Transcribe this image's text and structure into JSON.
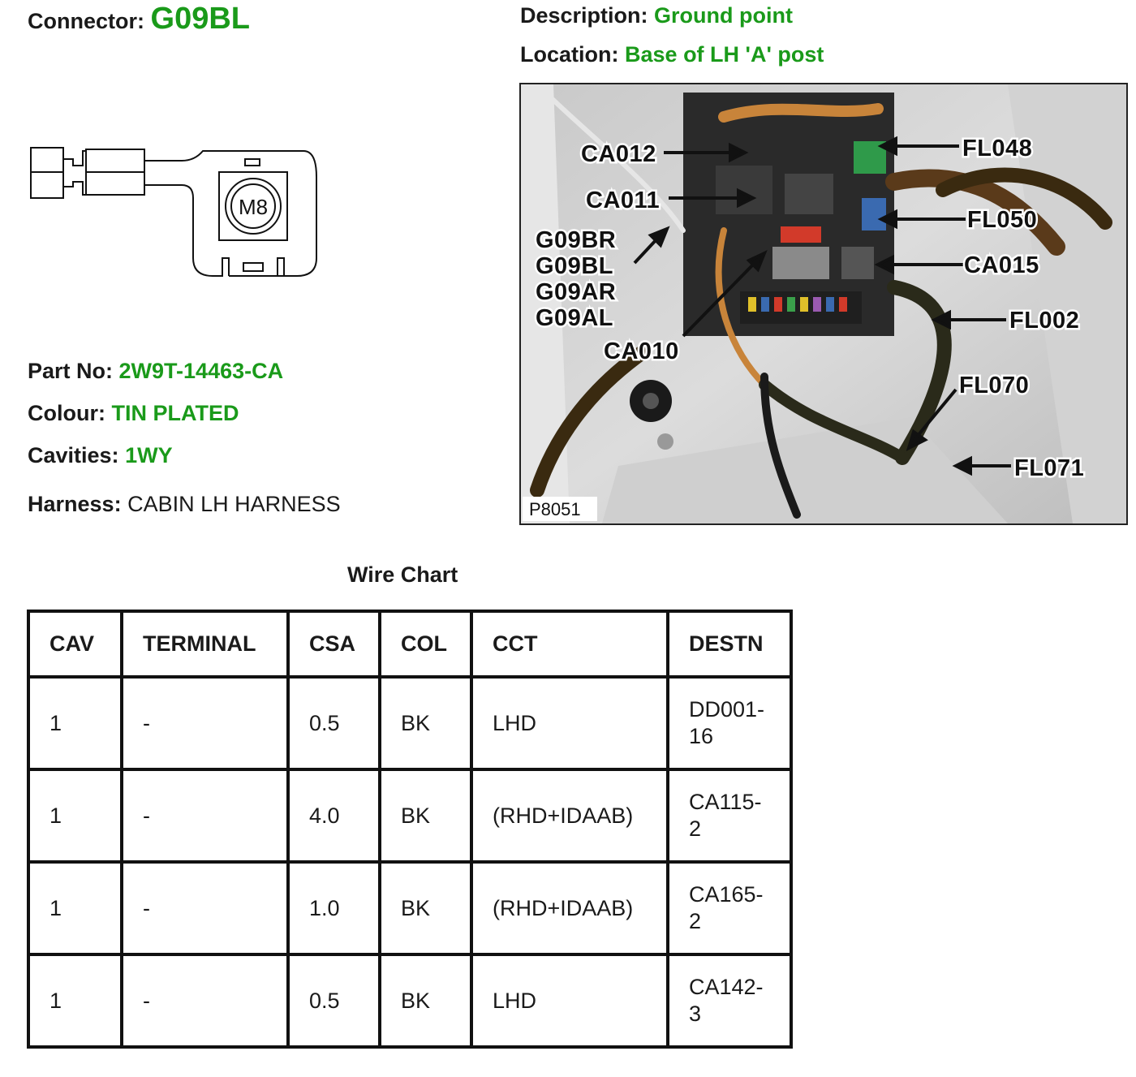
{
  "header": {
    "connector_label": "Connector:",
    "connector_code": "G09BL",
    "description_label": "Description:",
    "description_value": "Ground point",
    "location_label": "Location:",
    "location_value": "Base of LH 'A' post"
  },
  "connector_drawing": {
    "stud_label": "M8"
  },
  "info": {
    "part_no_label": "Part No:",
    "part_no_value": "2W9T-14463-CA",
    "colour_label": "Colour:",
    "colour_value": "TIN PLATED",
    "cavities_label": "Cavities:",
    "cavities_value": "1WY",
    "harness_label": "Harness:",
    "harness_value": "CABIN LH HARNESS"
  },
  "photo": {
    "code": "P8051",
    "callouts": {
      "ca012": "CA012",
      "ca011": "CA011",
      "g09br": "G09BR",
      "g09bl": "G09BL",
      "g09ar": "G09AR",
      "g09al": "G09AL",
      "ca010": "CA010",
      "fl048": "FL048",
      "fl050": "FL050",
      "ca015": "CA015",
      "fl002": "FL002",
      "fl070": "FL070",
      "fl071": "FL071"
    }
  },
  "wire_chart": {
    "title": "Wire Chart",
    "headers": [
      "CAV",
      "TERMINAL",
      "CSA",
      "COL",
      "CCT",
      "DESTN"
    ],
    "rows": [
      {
        "cav": "1",
        "terminal": "-",
        "csa": "0.5",
        "col": "BK",
        "cct": "LHD",
        "destn_1": "DD001-",
        "destn_2": "16"
      },
      {
        "cav": "1",
        "terminal": "-",
        "csa": "4.0",
        "col": "BK",
        "cct": "(RHD+IDAAB)",
        "destn_1": "CA115-",
        "destn_2": "2"
      },
      {
        "cav": "1",
        "terminal": "-",
        "csa": "1.0",
        "col": "BK",
        "cct": "(RHD+IDAAB)",
        "destn_1": "CA165-",
        "destn_2": "2"
      },
      {
        "cav": "1",
        "terminal": "-",
        "csa": "0.5",
        "col": "BK",
        "cct": "LHD",
        "destn_1": "CA142-",
        "destn_2": "3"
      }
    ]
  }
}
